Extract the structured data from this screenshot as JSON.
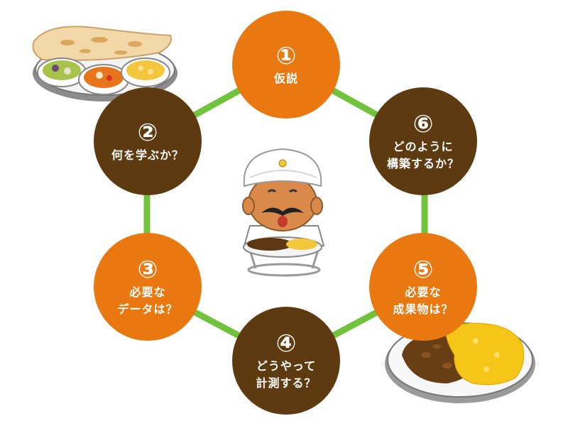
{
  "colors": {
    "orange": "#e8780f",
    "brown": "#5e3a10",
    "ring": "#71c23c"
  },
  "nodes": [
    {
      "num": "①",
      "label": "仮説",
      "color": "orange"
    },
    {
      "num": "②",
      "label": "何を学ぶか？",
      "color": "brown"
    },
    {
      "num": "③",
      "label": "必要な\nデータは？",
      "color": "orange"
    },
    {
      "num": "④",
      "label": "どうやって\n計測する？",
      "color": "brown"
    },
    {
      "num": "⑤",
      "label": "必要な\n成果物は？",
      "color": "orange"
    },
    {
      "num": "⑥",
      "label": "どのように\n構築するか？",
      "color": "brown"
    }
  ],
  "illustrations": [
    "naan-curry-plate-illustration",
    "indian-chef-illustration",
    "curry-rice-plate-illustration"
  ]
}
